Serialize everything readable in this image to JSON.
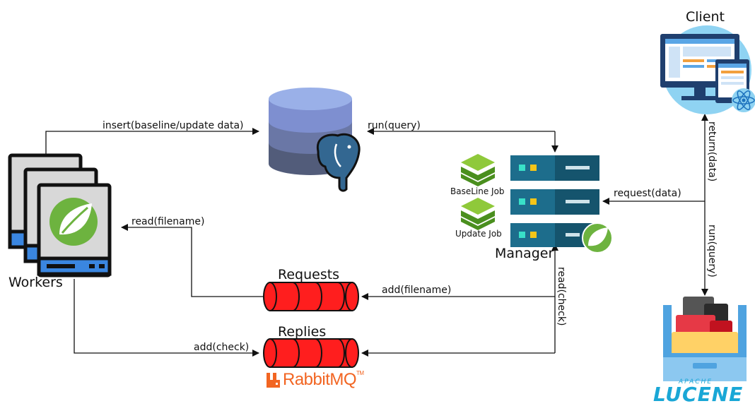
{
  "nodes": {
    "workers": "Workers",
    "manager": "Manager",
    "client": "Client",
    "requests": "Requests",
    "replies": "Replies",
    "baseline_job": "BaseLine Job",
    "update_job": "Update Job"
  },
  "edges": {
    "insert": "insert(baseline/update data)",
    "run_query_db": "run(query)",
    "read_filename": "read(filename)",
    "add_filename": "add(filename)",
    "add_check": "add(check)",
    "read_check": "read(check)",
    "request_data": "request(data)",
    "return_data": "return(data)",
    "run_query_lucene": "run(query)"
  },
  "logos": {
    "rabbitmq": "RabbitMQ",
    "rabbitmq_tm": "TM",
    "apache": "APACHE",
    "lucene": "LUCENE"
  },
  "colors": {
    "queue": "#ff1e1e",
    "spring": "#6db33f",
    "postgres": "#336791",
    "rabbitmq": "#f26522",
    "lucene": "#1aa7d6",
    "server": "#1d6d8c"
  }
}
